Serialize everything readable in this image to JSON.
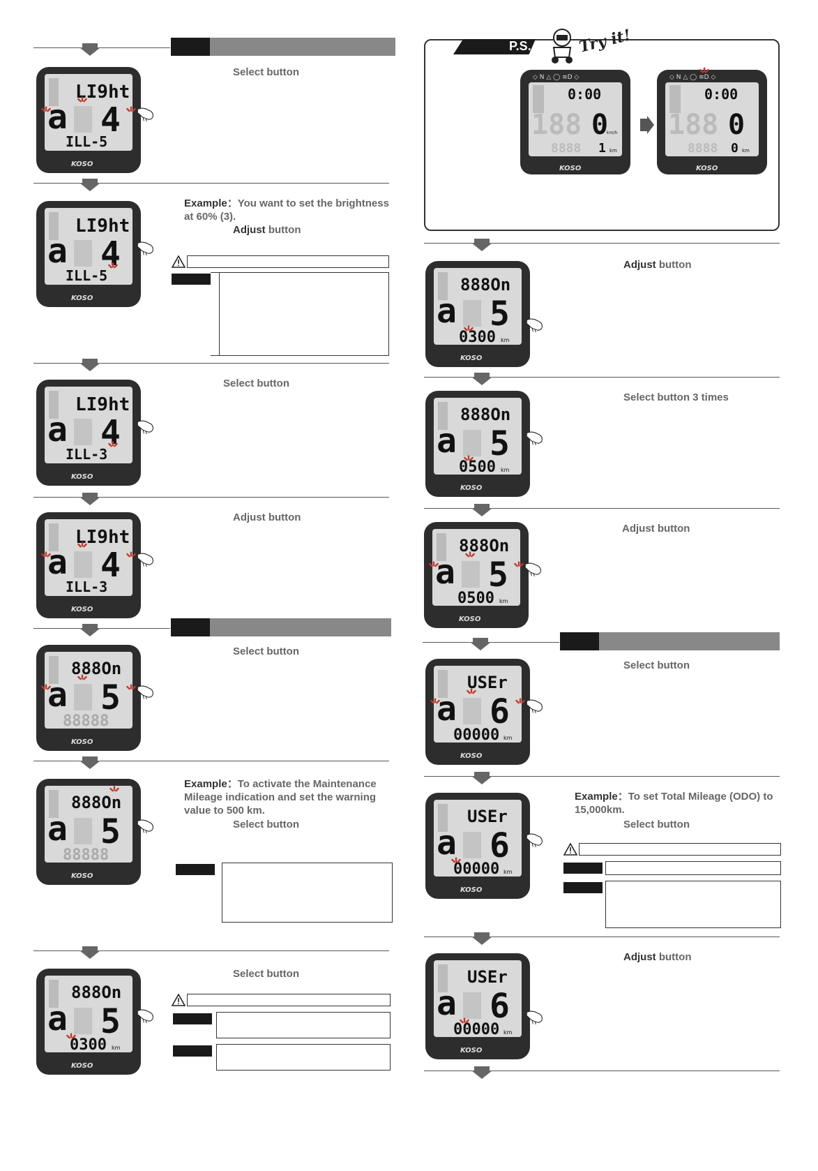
{
  "left": {
    "section_a4": {
      "step1": {
        "text": "Select button",
        "top_label": "LI9ht",
        "mode": "4",
        "bottom_label": "ILL-5"
      },
      "step2": {
        "example_prefix": "Example",
        "text": "：You want to set the brightness at 60% (3).",
        "action_bold": "Adjust",
        "action": " button",
        "top_label": "LI9ht",
        "mode": "4",
        "bottom_label": "ILL-5"
      },
      "step3": {
        "text": "Select button",
        "top_label": "LI9ht",
        "mode": "4",
        "bottom_label": "ILL-3"
      },
      "step4": {
        "text": "Adjust button",
        "top_label": "LI9ht",
        "mode": "4",
        "bottom_label": "ILL-3"
      }
    },
    "section_a5": {
      "step1": {
        "text": "Select button",
        "top_label": "888On",
        "mode": "5",
        "bottom_label": "88888"
      },
      "step2": {
        "example_prefix": "Example",
        "text": "：To activate the Maintenance Mileage indication and set the warning value to 500 km.",
        "action": "Select button",
        "top_label": "888On",
        "mode": "5",
        "bottom_label": "88888"
      },
      "step3": {
        "text": "Select button",
        "top_label": "888On",
        "mode": "5",
        "bottom_label": "0300",
        "unit": "km"
      }
    }
  },
  "right": {
    "ps": {
      "label": "P.S.",
      "tagline": "Try it!",
      "device1": {
        "clock": "0:00",
        "speed": "0",
        "speed_unit": "km/h",
        "trip": "1",
        "unit": "km",
        "brand": "KOSO"
      },
      "device2": {
        "clock": "0:00",
        "speed": "0",
        "trip": "0",
        "unit": "km",
        "brand": "KOSO"
      }
    },
    "steps": {
      "adjust1": {
        "action_bold": "Adjust",
        "action": " button",
        "top_label": "888On",
        "mode": "5",
        "bottom_label": "0300",
        "unit": "km"
      },
      "select3": {
        "text": "Select button 3 times",
        "top_label": "888On",
        "mode": "5",
        "bottom_label": "0500",
        "unit": "km"
      },
      "adjust2": {
        "text": "Adjust button",
        "top_label": "888On",
        "mode": "5",
        "bottom_label": "0500",
        "unit": "km"
      }
    },
    "section_a6": {
      "step1": {
        "text": "Select button",
        "top_label": "USEr",
        "mode": "6",
        "bottom_label": "00000",
        "unit": "km"
      },
      "step2": {
        "example_prefix": "Example",
        "text": "：To set Total Mileage (ODO) to 15,000km.",
        "action": "Select button",
        "top_label": "USEr",
        "mode": "6",
        "bottom_label": "00000",
        "unit": "km"
      },
      "step3": {
        "action_bold": "Adjust",
        "action": " button",
        "top_label": "USEr",
        "mode": "6",
        "bottom_label": "00000",
        "unit": "km"
      }
    }
  },
  "brand": "KOSO"
}
